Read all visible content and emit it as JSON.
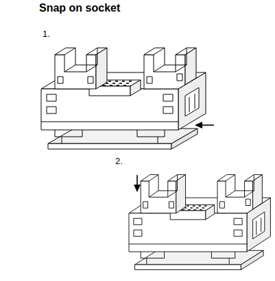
{
  "diagram": {
    "title": "Snap on socket",
    "labels": [
      "1.",
      "2."
    ]
  }
}
